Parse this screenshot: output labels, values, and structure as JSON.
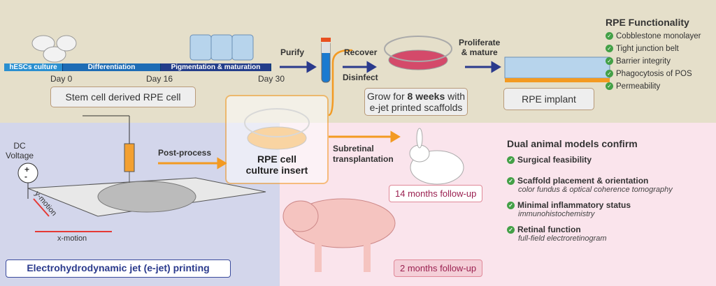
{
  "timeline": {
    "stages": [
      "hESCs culture",
      "Differentiation",
      "Pigmentation & maturation"
    ],
    "days": [
      "Day 0",
      "Day 16",
      "Day 30"
    ]
  },
  "stem_cell_box": "Stem cell derived RPE cell",
  "arrows": {
    "purify": "Purify",
    "recover": "Recover",
    "disinfect": "Disinfect",
    "proliferate": "Proliferate",
    "mature": "& mature",
    "post_process": "Post-process",
    "subretinal": "Subretinal",
    "transplantation": "transplantation"
  },
  "grow_box": {
    "pre": "Grow for ",
    "bold": "8 weeks",
    "post": " with",
    "line2": "e-jet printed scaffolds"
  },
  "implant_box": "RPE implant",
  "insert_box": {
    "line1": "RPE cell",
    "line2": "culture insert"
  },
  "rpe_functionality": {
    "title": "RPE Functionality",
    "items": [
      "Cobblestone monolayer",
      "Tight junction belt",
      "Barrier integrity",
      "Phagocytosis of POS",
      "Permeability"
    ]
  },
  "ejet": {
    "dc": "DC",
    "voltage": "Voltage",
    "plus": "+",
    "minus": "-",
    "y_motion": "y-motion",
    "x_motion": "x-motion",
    "title": "Electrohydrodynamic jet (e-jet) printing"
  },
  "animal": {
    "rabbit_followup": "14 months follow-up",
    "pig_followup": "2 months follow-up"
  },
  "dual": {
    "title": "Dual animal models confirm",
    "items": [
      {
        "label": "Surgical feasibility",
        "sub": ""
      },
      {
        "label": "Scaffold placement & orientation",
        "sub": "color fundus & optical coherence tomography"
      },
      {
        "label": "Minimal inflammatory status",
        "sub": "immunohistochemistry"
      },
      {
        "label": "Retinal function",
        "sub": "full-field electroretinogram"
      }
    ]
  },
  "colors": {
    "accent_orange": "#f39a22",
    "arrow_blue": "#2a3a8c",
    "check_green": "#43a047"
  }
}
